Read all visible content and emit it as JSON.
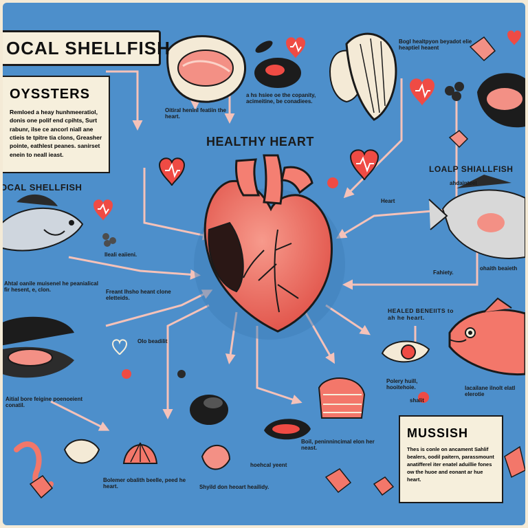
{
  "title": "OCAL SHELLFISH",
  "heart_title": "HEALTHY HEART",
  "oysters": {
    "heading": "OYSSTERS",
    "body": "Remloed a heay hunhmeeratiol, donis one polif end cpihts, Surt rabunr, ilse ce ancorl niall ane ctieis te tpitre tia clons, Greasher pointe, eathlest peanes. sanirset enein to neall ieast."
  },
  "left_section": "OCAL SHELLFISH",
  "right_section": "LOALP SHIALLFISH",
  "mussish": {
    "heading": "MUSSISH",
    "body": "Thes is conle on ancament Sahlif bealers, oodil paitern, parassmount anatifferel iter enatel aduillie fones ow the huoe and eonant ar hue heart."
  },
  "captions": {
    "top_right_note": "Bogl healtpyon beyadot elie heaptiel heaent",
    "top_center_note": "a hs hsiee oe the copanity, acimeitine, be conadiees.",
    "top_left_note": "Oitiral heninl featiin the heart.",
    "heart_small": "Heart",
    "right_sub": "ahdainteel",
    "fish_left_note": "Ileali eaiieni.",
    "fahiety": "Fahiety.",
    "right_fish_note": "ohaith beaieth",
    "left_mid_note": "Ahtal oanile muisenel he peanialical fir hesent, e, clon.",
    "center_left_note": "Freant lhsho heant clone eletteids.",
    "benefits_head": "HEALED BENEIITS to ah he heart.",
    "oie_note": "Olo beadilit",
    "polary_note": "Polery huill, hooitehoie.",
    "shalit": "shalit",
    "right_lower_note": "lacailane ilnolt elatl elerotie",
    "left_lower_note": "Aitial bore feigine poenoeient conatil.",
    "bottom_center_note": "Boil, peninnincimal elon her neast.",
    "hoshel": "hoehcal yeent",
    "bottom_left_note": "Bolemer obalith beelle, peed he heart.",
    "bottom_mid_note": "Shyild don heoart heailidy."
  },
  "colors": {
    "background": "#4d8fcb",
    "frame": "#f4ead6",
    "accent_red": "#ef4b44",
    "heart_pink": "#f3776a",
    "ink": "#1a1a1a",
    "arrow": "#f2b8b0"
  }
}
